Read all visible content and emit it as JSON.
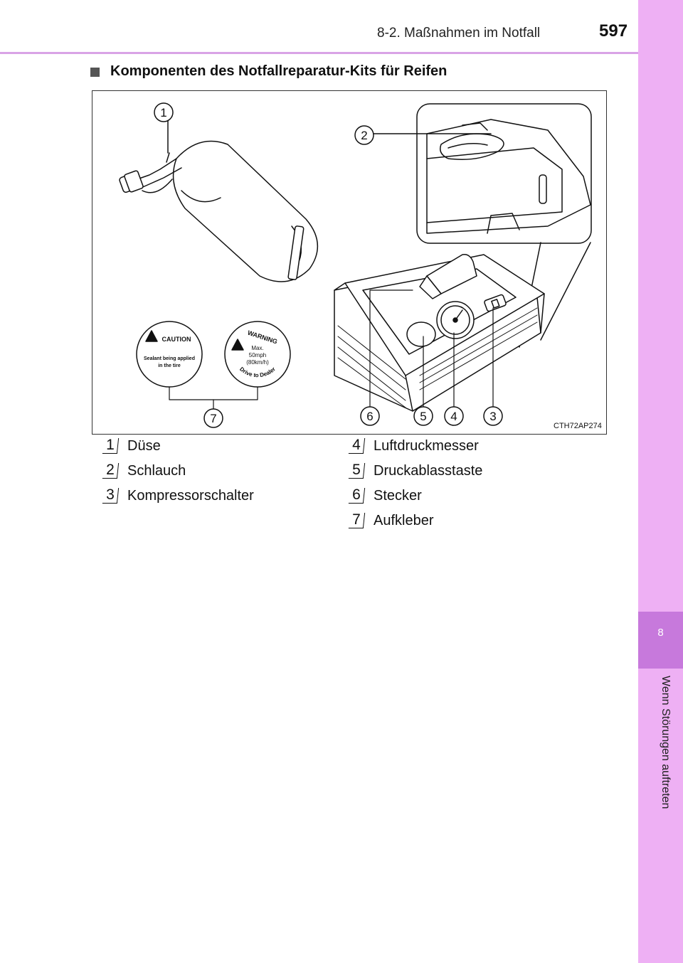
{
  "header": {
    "title": "8-2. Maßnahmen im Notfall",
    "page_number": "597"
  },
  "side_tab": {
    "chapter_number": "8",
    "chapter_title": "Wenn Störungen auftreten"
  },
  "section": {
    "title": "Komponenten des Notfallreparatur-Kits für Reifen"
  },
  "figure": {
    "code": "CTH72AP274",
    "callouts": [
      "1",
      "2",
      "3",
      "4",
      "5",
      "6",
      "7"
    ],
    "caution_sticker": {
      "title": "CAUTION",
      "line1": "Sealant being applied",
      "line2": "in the tire"
    },
    "warning_sticker": {
      "title": "WARNING",
      "line1": "Max.",
      "line2": "50mph",
      "line3": "(80km/h)",
      "arc": "Drive to Dealer"
    }
  },
  "legend": [
    {
      "num": "1",
      "label": "Düse"
    },
    {
      "num": "2",
      "label": "Schlauch"
    },
    {
      "num": "3",
      "label": "Kompressorschalter"
    },
    {
      "num": "4",
      "label": "Luftdruckmesser"
    },
    {
      "num": "5",
      "label": "Druckablasstaste"
    },
    {
      "num": "6",
      "label": "Stecker"
    },
    {
      "num": "7",
      "label": "Aufkleber"
    }
  ]
}
